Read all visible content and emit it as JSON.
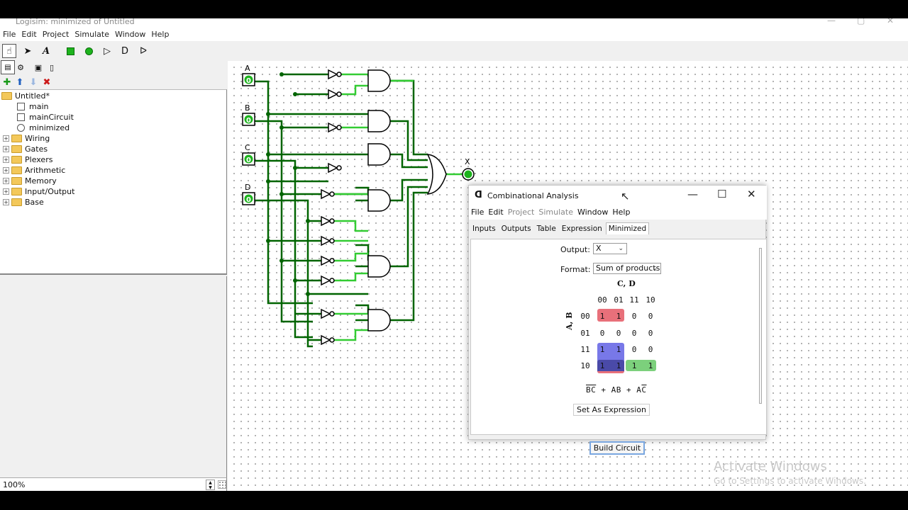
{
  "window": {
    "title": "Logisim: minimized of Untitled"
  },
  "menubar": {
    "items": [
      "File",
      "Edit",
      "Project",
      "Simulate",
      "Window",
      "Help"
    ]
  },
  "explorer": {
    "root": "Untitled*",
    "circuits": [
      "main",
      "mainCircuit",
      "minimized"
    ],
    "libraries": [
      "Wiring",
      "Gates",
      "Plexers",
      "Arithmetic",
      "Memory",
      "Input/Output",
      "Base"
    ]
  },
  "zoom": "100%",
  "canvas": {
    "inputs": [
      {
        "label": "A",
        "value": "0"
      },
      {
        "label": "B",
        "value": "0"
      },
      {
        "label": "C",
        "value": "0"
      },
      {
        "label": "D",
        "value": "0"
      }
    ],
    "output": {
      "label": "X"
    }
  },
  "watermark": {
    "line1": "Activate Windows",
    "line2": "Go to Settings to activate Windows."
  },
  "dialog": {
    "title": "Combinational Analysis",
    "menu": [
      "File",
      "Edit",
      "Project",
      "Simulate",
      "Window",
      "Help"
    ],
    "tabs": [
      "Inputs",
      "Outputs",
      "Table",
      "Expression",
      "Minimized"
    ],
    "selected_tab": "Minimized",
    "output_label": "Output:",
    "output_value": "X",
    "format_label": "Format:",
    "format_value": "Sum of products",
    "kmap": {
      "col_vars": "C, D",
      "row_vars": "A, B",
      "col_headers": [
        "00",
        "01",
        "11",
        "10"
      ],
      "row_headers": [
        "00",
        "01",
        "11",
        "10"
      ],
      "cells": [
        [
          "1",
          "1",
          "0",
          "0"
        ],
        [
          "0",
          "0",
          "0",
          "0"
        ],
        [
          "1",
          "1",
          "0",
          "0"
        ],
        [
          "1",
          "1",
          "1",
          "1"
        ]
      ],
      "colors": {
        "red": "#e8707a",
        "blue": "#7878e8",
        "green": "#7cd07c",
        "navy": "#4a4aa8"
      }
    },
    "expression": {
      "t1": "BC",
      "plus1": " + ",
      "t2": "AB",
      "plus2": " + ",
      "t3": "A",
      "t4": "C"
    },
    "set_expression_button": "Set As Expression",
    "build_button": "Build Circuit"
  },
  "colors": {
    "wire_dark": "#006400",
    "wire_light": "#33cc33"
  }
}
